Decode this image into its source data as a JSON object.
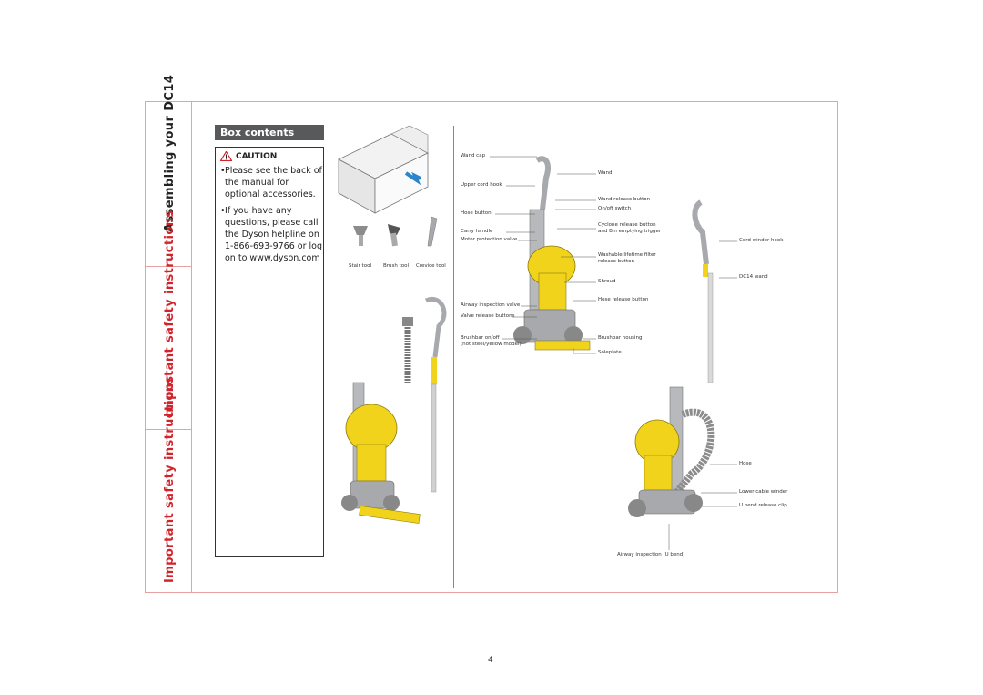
{
  "sidebar": {
    "assembling": "Assembling your DC14",
    "safety_mid": "Important safety instructions",
    "safety_low": "Important safety instructions"
  },
  "box_contents": {
    "title": "Box contents",
    "caution_label": "CAUTION",
    "bullets": [
      "Please see the back of the manual for optional accessories.",
      "If you have any questions, please call the Dyson helpline on 1-866-693-9766 or log on to www.dyson.com"
    ],
    "tools": [
      "Stair tool",
      "Brush tool",
      "Crevice tool"
    ]
  },
  "labels": {
    "wand_cap": "Wand cap",
    "wand": "Wand",
    "upper_cord_hook": "Upper cord hook",
    "wand_release_button": "Wand release button",
    "hose_button": "Hose button",
    "on_off_switch": "On/off switch",
    "carry_handle": "Carry handle",
    "cyclone_release_1": "Cyclone release button",
    "cyclone_release_2": "and Bin emptying trigger",
    "motor_protection_valve": "Motor protection valve",
    "cord_winder_hook": "Cord winder hook",
    "washable_filter_1": "Washable lifetime filter",
    "washable_filter_2": "release button",
    "dc14_wand": "DC14 wand",
    "shroud": "Shroud",
    "hose_release_button": "Hose release button",
    "airway_inspection_valve": "Airway inspection valve",
    "valve_release_buttons": "Valve release buttons",
    "brushbar_on_off_1": "Brushbar on/off",
    "brushbar_on_off_2": "(not steel/yellow model)",
    "brushbar_housing": "Brushbar housing",
    "soleplate": "Soleplate",
    "hose": "Hose",
    "lower_cable_winder": "Lower cable winder",
    "u_bend_release_clip": "U bend release clip",
    "airway_inspection_u_bend": "Airway inspection (U bend)"
  },
  "page_number": "4",
  "colors": {
    "frame": "#e9a0a0",
    "red_text": "#d2232a",
    "title_bar": "#58595b",
    "yellow": "#f2d31b",
    "grey": "#a7a9ac"
  }
}
